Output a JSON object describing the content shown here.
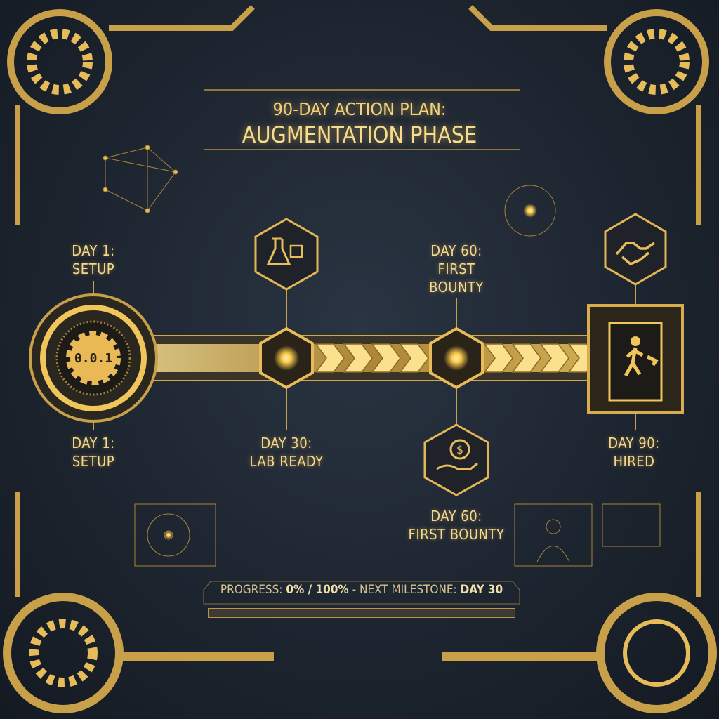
{
  "title": {
    "line1": "90-DAY ACTION PLAN:",
    "line2": "AUGMENTATION PHASE"
  },
  "start_gear": {
    "label": "0.0.1",
    "icon": "gear-icon"
  },
  "milestones": [
    {
      "top_label": "DAY 1:\nSETUP",
      "bottom_label": "DAY 1:\nSETUP",
      "icon": "gear-icon"
    },
    {
      "bottom_label": "DAY 30:\nLAB READY",
      "icon": "flask-chip-icon"
    },
    {
      "top_label": "DAY 60:\nFIRST\nBOUNTY",
      "bottom_label": "DAY 60:\nFIRST BOUNTY",
      "icon": "hand-dollar-icon"
    },
    {
      "bottom_label": "DAY 90:\nHIRED",
      "icon": "handshake-icon",
      "door_icon": "person-exit-door-icon"
    }
  ],
  "progress": {
    "prefix": "PROGRESS:",
    "value": "0% / 100%",
    "middle": "- NEXT MILESTONE:",
    "next": "DAY 30",
    "percent": 0
  },
  "colors": {
    "accent": "#f2d583",
    "background": "#1d2530",
    "glow": "#ffd866"
  }
}
